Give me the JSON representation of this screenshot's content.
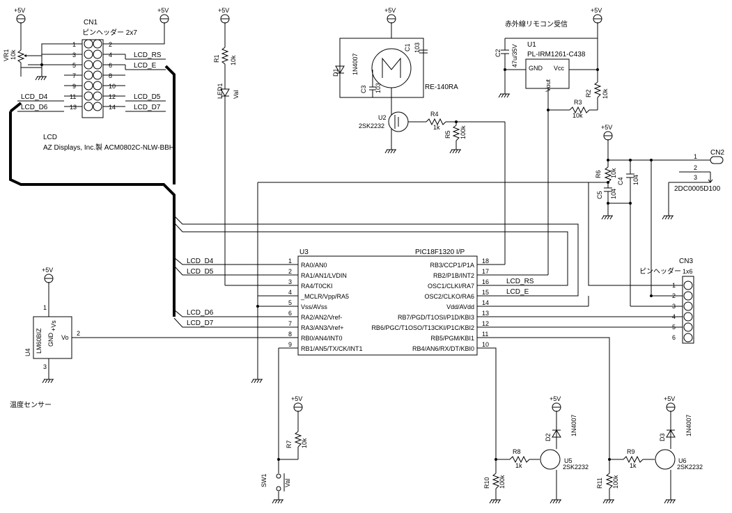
{
  "power_label": "+5V",
  "cn1": {
    "ref": "CN1",
    "name": "ピンヘッダー 2x7",
    "left_pins": [
      "1",
      "3",
      "5",
      "7",
      "9",
      "11",
      "13"
    ],
    "right_pins": [
      "2",
      "4",
      "6",
      "8",
      "10",
      "12",
      "14"
    ],
    "nets": [
      "LCD_RS",
      "LCD_E",
      "LCD_D4",
      "LCD_D5",
      "LCD_D6",
      "LCD_D7"
    ]
  },
  "vr1": {
    "ref": "VR1",
    "value": "10k"
  },
  "lcd": {
    "title": "LCD",
    "model": "AZ Displays, Inc.製 ACM0802C-NLW-BBH"
  },
  "r1": {
    "ref": "R1",
    "value": "10k"
  },
  "led1": {
    "ref": "LED1",
    "value": "Val"
  },
  "motor": {
    "d1_ref": "D1",
    "d1_val": "1N4007",
    "c1_ref": "C1",
    "c1_val": "103",
    "c3_ref": "C3",
    "c3_val": "103",
    "name": "RE-140RA",
    "q_ref": "U2",
    "q_val": "2SK2232",
    "r4_ref": "R4",
    "r4_val": "1k",
    "r5_ref": "R5",
    "r5_val": "100k"
  },
  "ir": {
    "title": "赤外線リモコン受信",
    "c2_ref": "C2",
    "c2_val": "47u/35V",
    "u1_ref": "U1",
    "u1_model": "PL-IRM1261-C438",
    "pin_gnd": "GND",
    "pin_vcc": "Vcc",
    "pin_vout": "Vout",
    "r2_ref": "R2",
    "r2_val": "10k",
    "r3_ref": "R3",
    "r3_val": "10k"
  },
  "power_in": {
    "r6_ref": "R6",
    "r6_val": "10k",
    "c4_ref": "C4",
    "c4_val": "104",
    "c5_ref": "C5",
    "c5_val": "104",
    "cn2_ref": "CN2",
    "cn2_model": "2DC0005D100",
    "cn2_pins": [
      "1",
      "2",
      "3"
    ]
  },
  "cn3": {
    "ref": "CN3",
    "name": "ピンヘッダー",
    "size": "1x6",
    "pins": [
      "1",
      "2",
      "3",
      "4",
      "5",
      "6"
    ]
  },
  "u3": {
    "ref": "U3",
    "model": "PIC18F1320 I/P",
    "left": [
      {
        "n": "1",
        "name": "RA0/AN0",
        "net": "LCD_D4"
      },
      {
        "n": "2",
        "name": "RA1/AN1/LVDIN",
        "net": "LCD_D5"
      },
      {
        "n": "3",
        "name": "RA4/T0CKI",
        "net": ""
      },
      {
        "n": "4",
        "name": "_MCLR/Vpp/RA5",
        "net": ""
      },
      {
        "n": "5",
        "name": "Vss/AVss",
        "net": ""
      },
      {
        "n": "6",
        "name": "RA2/AN2/Vref-",
        "net": "LCD_D6"
      },
      {
        "n": "7",
        "name": "RA3/AN3/Vref+",
        "net": "LCD_D7"
      },
      {
        "n": "8",
        "name": "RB0/AN4/INT0",
        "net": ""
      },
      {
        "n": "9",
        "name": "RB1/AN5/TX/CK/INT1",
        "net": ""
      }
    ],
    "right": [
      {
        "n": "18",
        "name": "RB3/CCP1/P1A",
        "net": ""
      },
      {
        "n": "17",
        "name": "RB2/P1B/INT2",
        "net": ""
      },
      {
        "n": "16",
        "name": "OSC1/CLKI/RA7",
        "net": "LCD_RS"
      },
      {
        "n": "15",
        "name": "OSC2/CLKO/RA6",
        "net": "LCD_E"
      },
      {
        "n": "14",
        "name": "Vdd/AVdd",
        "net": ""
      },
      {
        "n": "13",
        "name": "RB7/PGD/T1OSI/P1D/KBI3",
        "net": ""
      },
      {
        "n": "12",
        "name": "RB6/PGC/T1OSO/T13CKI/P1C/KBI2",
        "net": ""
      },
      {
        "n": "11",
        "name": "RB5/PGM/KBI1",
        "net": ""
      },
      {
        "n": "10",
        "name": "RB4/AN6/RX/DT/KBI0",
        "net": ""
      }
    ]
  },
  "u4": {
    "ref": "U4",
    "model": "LM60BIZ",
    "vs": "+Vs",
    "gnd": "GND",
    "vo": "Vo",
    "pin1": "1",
    "pin2": "2",
    "pin3": "3",
    "caption": "温度センサー"
  },
  "sw1": {
    "ref": "SW1",
    "value": "Val"
  },
  "r7": {
    "ref": "R7",
    "value": "10k"
  },
  "drv1": {
    "r8_ref": "R8",
    "r8_val": "1k",
    "r10_ref": "R10",
    "r10_val": "100k",
    "d_ref": "D2",
    "d_val": "1N4007",
    "q_ref": "U5",
    "q_val": "2SK2232"
  },
  "drv2": {
    "r9_ref": "R9",
    "r9_val": "1k",
    "r11_ref": "R11",
    "r11_val": "100k",
    "d_ref": "D3",
    "d_val": "1N4007",
    "q_ref": "U6",
    "q_val": "2SK2232"
  }
}
